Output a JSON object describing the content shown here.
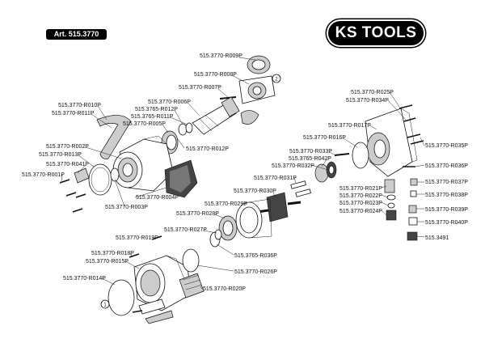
{
  "header": {
    "article": "Art. 515.3770",
    "brand": "KS TOOLS"
  },
  "reference_markers": [
    "1",
    "2"
  ],
  "parts": [
    "515.3770-R009P",
    "515.3770-R008P",
    "515.3770-R007P",
    "515.3770-R006P",
    "515.3765-R012P",
    "515.3765-R011P",
    "515.3770-R005P",
    "515.3770-R010P",
    "515.3770-R011P",
    "515.3770-R012P",
    "515.3770-R002P",
    "515.3770-R013P",
    "515.3770-R041P",
    "515.3770-R001P",
    "515.3770-R004P",
    "515.3770-R003P",
    "515.3770-R025P",
    "515.3770-R034P",
    "515.3770-R017P",
    "515.3770-R016P",
    "515.3770-R035P",
    "515.3770-R033P",
    "515.3765-R042P",
    "515.3770-R032P",
    "515.3770-R031P",
    "515.3770-R036P",
    "515.3770-R037P",
    "515.3770-R038P",
    "515.3770-R039P",
    "515.3770-R040P",
    "515.3491",
    "515.3770-R030P",
    "515.3770-R021P",
    "515.3770-R022P",
    "515.3770-R023P",
    "515.3770-R024P",
    "515.3770-R029P",
    "515.3770-R028P",
    "515.3770-R027P",
    "515.3770-R019P",
    "515.3765-R036P",
    "515.3770-R018P",
    "515.3770-R015P",
    "515.3770-R026P",
    "515.3770-R014P",
    "515.3770-R020P"
  ]
}
